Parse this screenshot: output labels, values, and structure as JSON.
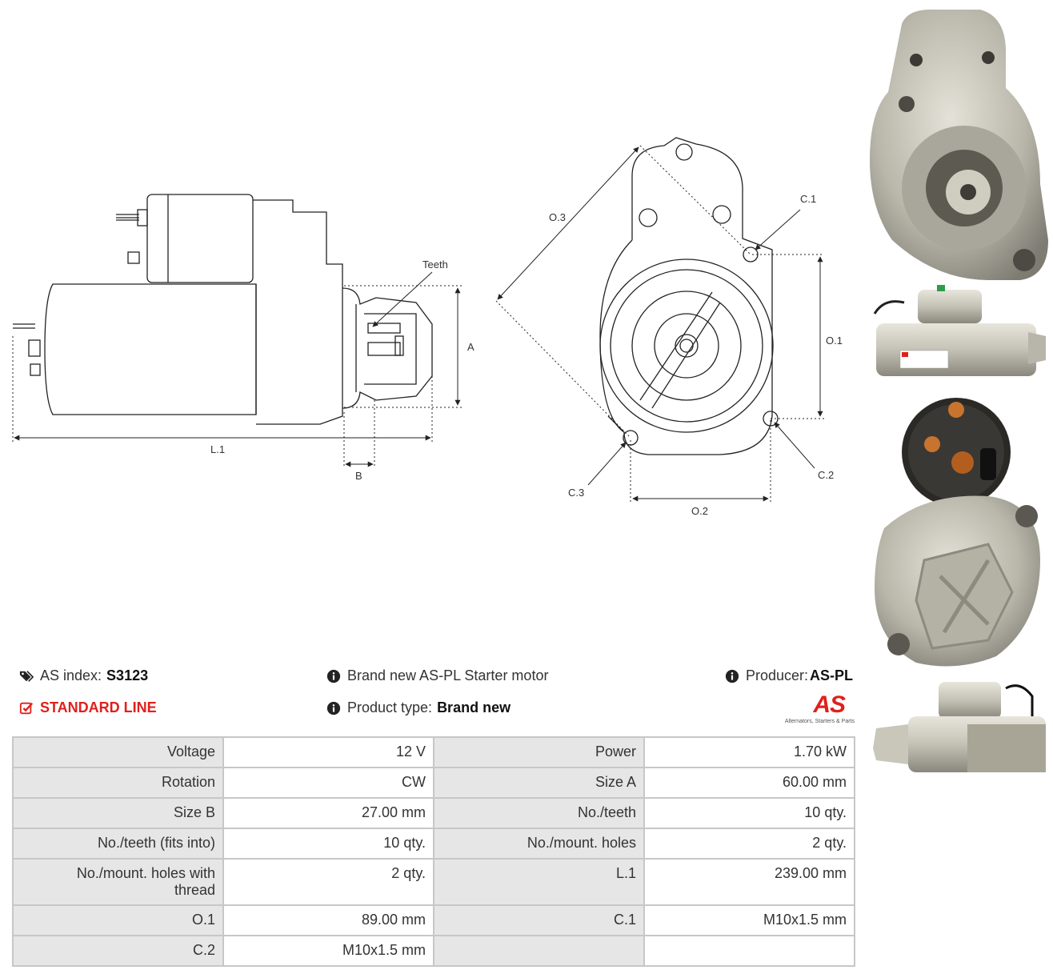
{
  "drawing": {
    "labels": {
      "teeth": "Teeth",
      "a": "A",
      "b": "B",
      "l1": "L.1",
      "o1": "O.1",
      "o2": "O.2",
      "o3": "O.3",
      "c1": "C.1",
      "c2": "C.2",
      "c3": "C.3"
    }
  },
  "header": {
    "as_index_label": "AS index:",
    "as_index_value": "S3123",
    "line": "STANDARD LINE",
    "description": "Brand new AS-PL Starter motor",
    "product_type_label": "Product type:",
    "product_type_value": "Brand new",
    "producer_label": "Producer:",
    "producer_value": "AS-PL"
  },
  "logo": {
    "mark": "AS",
    "tagline": "Alternators, Starters & Parts"
  },
  "colors": {
    "accent": "#e0201b",
    "key_bg": "#e6e6e6",
    "border": "#c7c7c7"
  },
  "specs": [
    [
      "Voltage",
      "12 V",
      "Power",
      "1.70 kW"
    ],
    [
      "Rotation",
      "CW",
      "Size A",
      "60.00 mm"
    ],
    [
      "Size B",
      "27.00 mm",
      "No./teeth",
      "10 qty."
    ],
    [
      "No./teeth (fits into)",
      "10 qty.",
      "No./mount. holes",
      "2 qty."
    ],
    [
      "No./mount. holes with thread",
      "2 qty.",
      "L.1",
      "239.00 mm"
    ],
    [
      "O.1",
      "89.00 mm",
      "C.1",
      "M10x1.5 mm"
    ],
    [
      "C.2",
      "M10x1.5 mm",
      "",
      ""
    ]
  ]
}
